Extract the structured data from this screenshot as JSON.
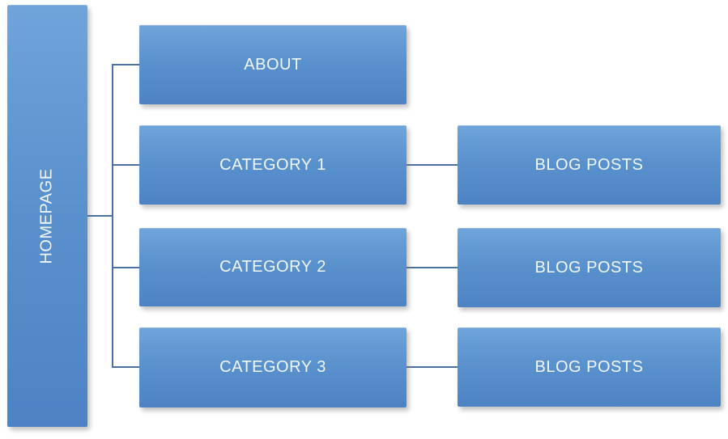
{
  "diagram": {
    "type": "sitemap-hierarchy",
    "root": {
      "label": "HOMEPAGE"
    },
    "children": [
      {
        "label": "ABOUT",
        "children": []
      },
      {
        "label": "CATEGORY 1",
        "children": [
          {
            "label": "BLOG POSTS"
          }
        ]
      },
      {
        "label": "CATEGORY 2",
        "children": [
          {
            "label": "BLOG POSTS"
          }
        ]
      },
      {
        "label": "CATEGORY 3",
        "children": [
          {
            "label": "BLOG POSTS"
          }
        ]
      }
    ],
    "colors": {
      "background": "#ffffff",
      "node_gradient_top": "#6fa4db",
      "node_gradient_mid": "#5991cd",
      "node_gradient_bottom": "#4d83c4",
      "connector": "#4a71a2",
      "label_text": "#f2f7fb"
    }
  }
}
